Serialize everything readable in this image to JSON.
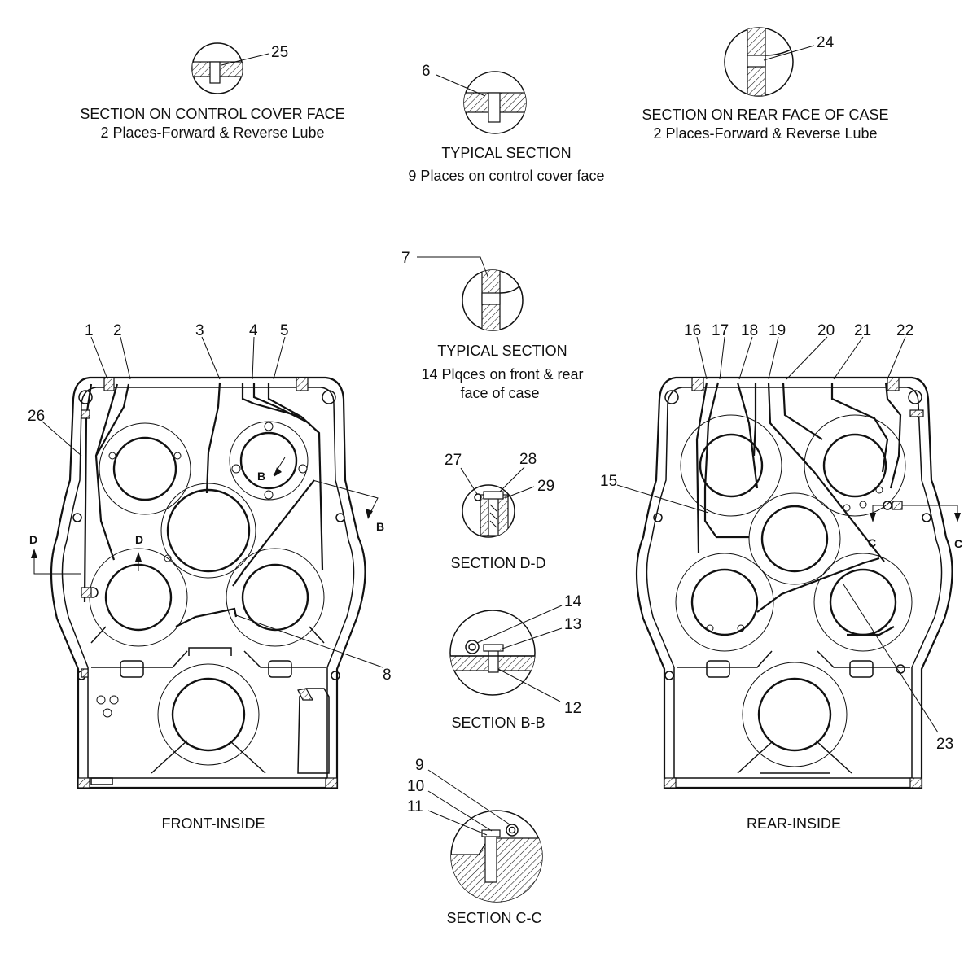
{
  "details": {
    "sec25": {
      "callout": "25",
      "title": "SECTION ON CONTROL COVER FACE",
      "note": "2 Places-Forward & Reverse Lube"
    },
    "sec6": {
      "callout": "6",
      "title": "TYPICAL SECTION",
      "note": "9 Places on control cover face"
    },
    "sec24": {
      "callout": "24",
      "title": "SECTION ON REAR FACE OF CASE",
      "note": "2 Places-Forward & Reverse Lube"
    },
    "sec7": {
      "callout": "7",
      "title": "TYPICAL SECTION",
      "note_line1": "14 Plqces on front & rear",
      "note_line2": "face of case"
    },
    "secDD": {
      "callouts": [
        "27",
        "28",
        "29"
      ],
      "title": "SECTION D-D"
    },
    "secBB": {
      "callouts": [
        "14",
        "13",
        "12"
      ],
      "title": "SECTION B-B"
    },
    "secCC": {
      "callouts": [
        "9",
        "10",
        "11"
      ],
      "title": "SECTION C-C"
    }
  },
  "front_view": {
    "caption": "FRONT-INSIDE",
    "callouts": [
      "1",
      "2",
      "3",
      "4",
      "5",
      "26",
      "8"
    ],
    "section_marks": {
      "b_left": "B",
      "b_right": "B",
      "d_left": "D",
      "d_right": "D"
    }
  },
  "rear_view": {
    "caption": "REAR-INSIDE",
    "callouts": [
      "16",
      "17",
      "18",
      "19",
      "20",
      "21",
      "22",
      "15",
      "23"
    ],
    "section_marks": {
      "c_left": "C",
      "c_right": "C"
    }
  }
}
